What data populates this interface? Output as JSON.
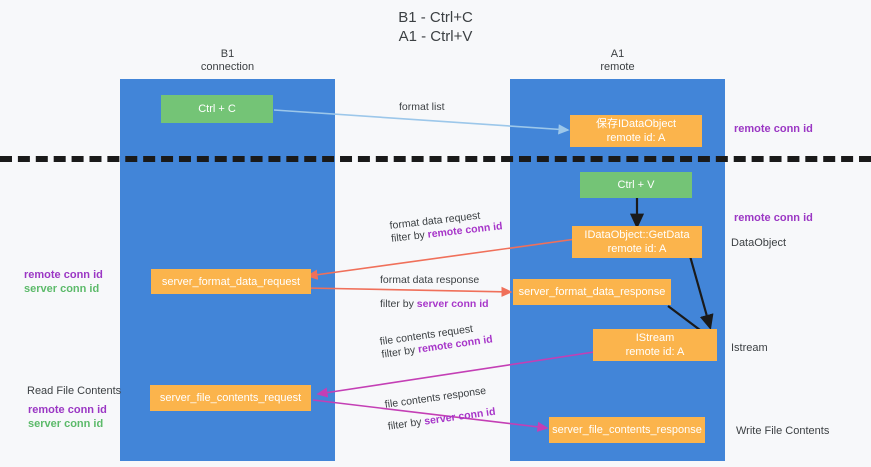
{
  "title": {
    "line1": "B1 - Ctrl+C",
    "line2": "A1 - Ctrl+V"
  },
  "columns": [
    {
      "name": "B1",
      "sub": "connection"
    },
    {
      "name": "A1",
      "sub": "remote"
    }
  ],
  "boxes": {
    "ctrl_c": "Ctrl + C",
    "ctrl_v": "Ctrl + V",
    "idataobject_title": "保存IDataObject",
    "idataobject_sub": "remote id: A",
    "getdata_title": "IDataObject::GetData",
    "getdata_sub": "remote id: A",
    "istream_title": "IStream",
    "istream_sub": "remote id: A",
    "server_format_data_request": "server_format_data_request",
    "server_format_data_response": "server_format_data_response",
    "server_file_contents_request": "server_file_contents_request",
    "server_file_contents_response": "server_file_contents_response"
  },
  "edges": {
    "format_list": "format list",
    "format_data_request": "format data request",
    "format_data_request_filter_pre": "filter by ",
    "format_data_request_filter_key": "remote conn id",
    "format_data_response": "format data response",
    "format_data_response_filter_pre": "filter by ",
    "format_data_response_filter_key": "server conn id",
    "file_contents_request": "file contents request",
    "file_contents_request_filter_pre": "filter by ",
    "file_contents_request_filter_key": "remote conn id",
    "file_contents_response": "file contents response",
    "file_contents_response_filter_pre": "filter by ",
    "file_contents_response_filter_key": "server conn id"
  },
  "annotations": {
    "right_remote_conn_id_top": "remote conn id",
    "right_remote_conn_id_mid": "remote conn id",
    "right_dataobject": "DataObject",
    "right_istream": "Istream",
    "right_write_file_contents": "Write File Contents",
    "left_remote_conn_id": "remote conn id",
    "left_server_conn_id": "server conn id",
    "left_read_file_contents": "Read File Contents",
    "left_remote_conn_id_2": "remote conn id",
    "left_server_conn_id_2": "server conn id"
  },
  "colors": {
    "column": "#4285d8",
    "green_box": "#74c476",
    "orange_box": "#fbb44c",
    "arrow_blue": "#9cc7ea",
    "arrow_red": "#f0705a",
    "arrow_magenta": "#c43fb5",
    "arrow_black": "#1a1a1a",
    "key_purple": "#9b37c4",
    "key_green": "#5cba6a"
  }
}
